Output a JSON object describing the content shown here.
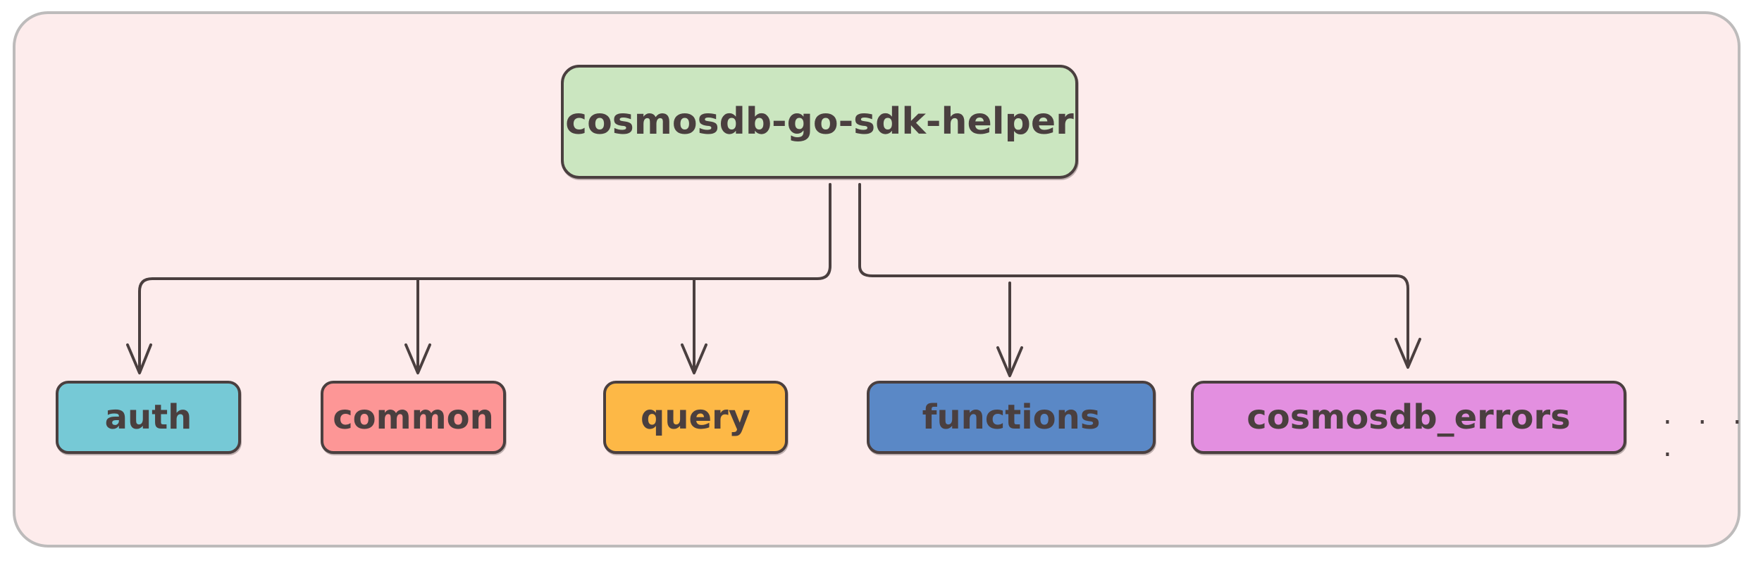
{
  "diagram": {
    "root": {
      "label": "cosmosdb-go-sdk-helper",
      "color": "#cbe6c0"
    },
    "children": [
      {
        "label": "auth",
        "color": "#76c9d6"
      },
      {
        "label": "common",
        "color": "#fd9696"
      },
      {
        "label": "query",
        "color": "#fdb846"
      },
      {
        "label": "functions",
        "color": "#5a88c6"
      },
      {
        "label": "cosmosdb_errors",
        "color": "#e38fe0"
      }
    ],
    "more_indicator": ". . . ."
  },
  "colors": {
    "frame_background": "#fdecec",
    "frame_border": "#bdbbbb",
    "stroke": "#4a3f3f"
  }
}
